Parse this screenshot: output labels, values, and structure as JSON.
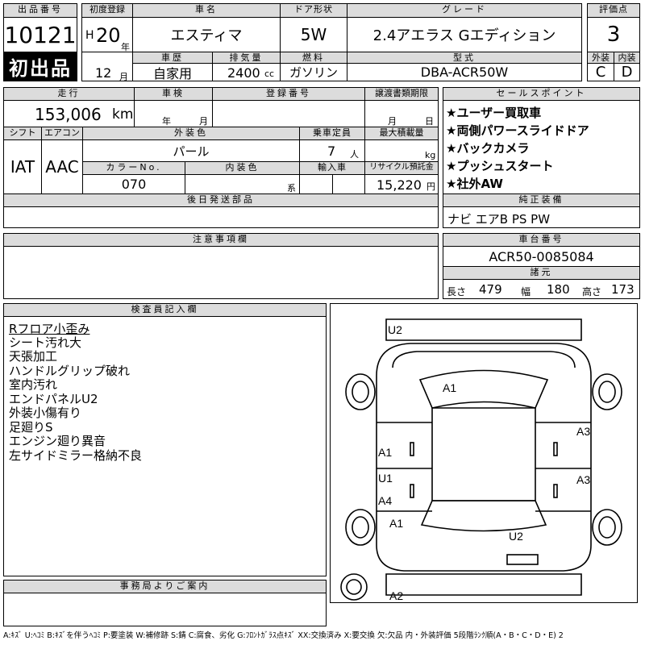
{
  "lot": {
    "label": "出品番号",
    "number": "10121",
    "badge": "初出品"
  },
  "first_reg": {
    "label": "初度登録",
    "era": "H",
    "year": "20",
    "year_unit": "年",
    "month": "12",
    "month_unit": "月"
  },
  "car_name": {
    "label": "車名",
    "value": "エスティマ"
  },
  "door": {
    "label": "ドア形状",
    "value": "5W"
  },
  "grade": {
    "label": "グレード",
    "value": "2.4アエラス Gエディション"
  },
  "score": {
    "label": "評価点",
    "value": "3",
    "ext_label": "外装",
    "int_label": "内装",
    "ext_value": "C",
    "int_value": "D"
  },
  "history": {
    "label": "車歴",
    "value": "自家用"
  },
  "displacement": {
    "label": "排気量",
    "value": "2400",
    "unit": "cc"
  },
  "fuel": {
    "label": "燃料",
    "value": "ガソリン"
  },
  "model": {
    "label": "型式",
    "value": "DBA-ACR50W"
  },
  "mileage": {
    "label": "走行",
    "value": "153,006",
    "unit": "km"
  },
  "inspection": {
    "label": "車検",
    "year_unit": "年",
    "month_unit": "月"
  },
  "reg_no": {
    "label": "登録番号"
  },
  "transfer": {
    "label": "譲渡書類期限",
    "month_unit": "月",
    "day_unit": "日"
  },
  "shift": {
    "label": "シフト",
    "value": "IAT"
  },
  "aircon": {
    "label": "エアコン",
    "value": "AAC"
  },
  "ext_color": {
    "label": "外装色",
    "value": "パール"
  },
  "capacity": {
    "label": "乗車定員",
    "value": "7",
    "unit": "人"
  },
  "max_load": {
    "label": "最大積載量",
    "unit": "kg"
  },
  "color_no": {
    "label": "カラーNo.",
    "value": "070"
  },
  "int_color": {
    "label": "内装色",
    "unit": "系"
  },
  "import": {
    "label": "輸入車"
  },
  "recycle": {
    "label": "リサイクル預託金",
    "value": "15,220",
    "unit": "円"
  },
  "sale_points": {
    "label": "セールスポイント",
    "items": [
      "★ユーザー買取車",
      "★両側パワースライドドア",
      "★バックカメラ",
      "★プッシュスタート",
      "★社外AW"
    ]
  },
  "later_parts": {
    "label": "後日発送部品"
  },
  "equipment": {
    "label": "純正装備",
    "value": "ナビ エアB PS PW"
  },
  "notes": {
    "label": "注意事項欄"
  },
  "chassis": {
    "label": "車台番号",
    "value": "ACR50-0085084"
  },
  "specs": {
    "label": "諸元",
    "length_label": "長さ",
    "length": "479",
    "width_label": "幅",
    "width": "180",
    "height_label": "高さ",
    "height": "173"
  },
  "inspector": {
    "label": "検査員記入欄",
    "items": [
      "Rフロア小歪み",
      "シート汚れ大",
      "天張加工",
      "ハンドルグリップ破れ",
      "室内汚れ",
      "エンドパネルU2",
      "外装小傷有り",
      "足廻りS",
      "エンジン廻り異音",
      "左サイドミラー格納不良"
    ]
  },
  "diagram_labels": [
    "U2",
    "A1",
    "A1",
    "A3",
    "U1",
    "A3",
    "A4",
    "A1",
    "U2",
    "A2"
  ],
  "office": {
    "label": "事務局よりご案内"
  },
  "legend": "A:ｷｽﾞ U:ﾍｺﾐ B:ｷｽﾞを伴うﾍｺﾐ P:要塗装 W:補修跡 S:錆 C:腐食、劣化 G:ﾌﾛﾝﾄｶﾞﾗｽ点ｷｽﾞ XX:交換済み X:要交換 欠:欠品 内・外装評価 5段階ﾗﾝｸ順(A・B・C・D・E) 2"
}
